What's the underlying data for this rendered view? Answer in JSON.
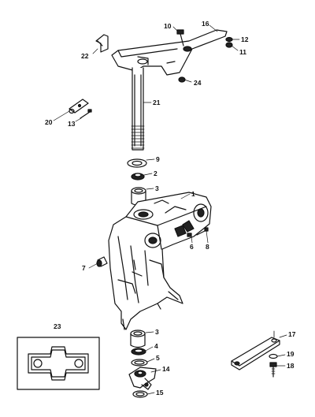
{
  "callouts": {
    "c1": "1",
    "c2": "2",
    "c3a": "3",
    "c3b": "3",
    "c4": "4",
    "c5": "5",
    "c6": "6",
    "c7": "7",
    "c8": "8",
    "c9": "9",
    "c10": "10",
    "c11": "11",
    "c12": "12",
    "c13": "13",
    "c14": "14",
    "c15": "15",
    "c16": "16",
    "c17": "17",
    "c18": "18",
    "c19": "19",
    "c20": "20",
    "c21": "21",
    "c22": "22",
    "c23": "23",
    "c24": "24"
  }
}
